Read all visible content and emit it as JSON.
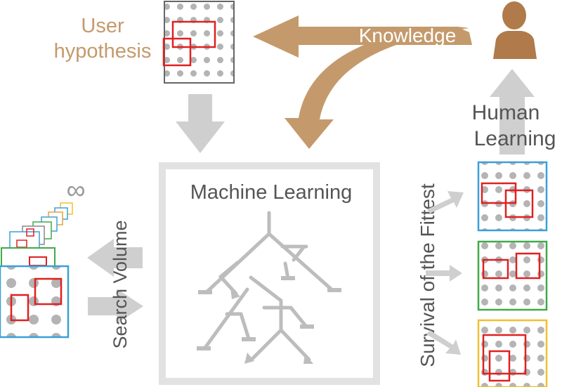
{
  "labels": {
    "user_hypothesis_line1": "User",
    "user_hypothesis_line2": "hypothesis",
    "knowledge": "Knowledge",
    "human_learning_line1": "Human",
    "human_learning_line2": "Learning",
    "machine_learning": "Machine Learning",
    "search_volume": "Search Volume",
    "survival": "Survival of the Fittest",
    "infinity": "∞"
  },
  "colors": {
    "tan": "#c49a6c",
    "arrow_gray": "#cfcfcf",
    "text_gray": "#555555",
    "dot_gray": "#b4b4b4",
    "red": "#e02020",
    "blue": "#3aa0d8",
    "green": "#3faa48",
    "yellow": "#f0c030",
    "frame_gray": "#e2e2e2",
    "tree_gray": "#bdbdbd"
  },
  "icons": [
    "person-icon",
    "infinity-symbol",
    "decision-tree-icon"
  ]
}
